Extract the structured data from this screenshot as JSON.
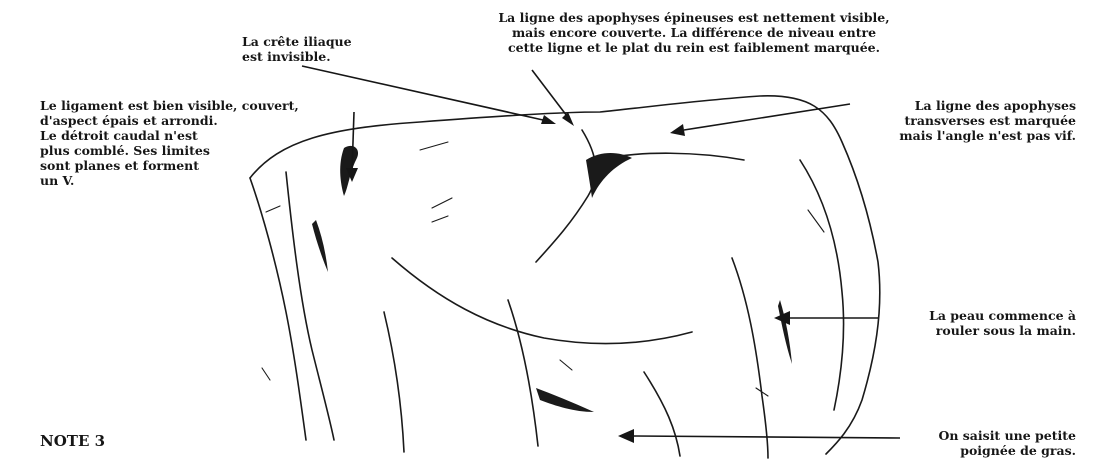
{
  "annotations": {
    "crest": {
      "text": "La crête iliaque\nest invisible."
    },
    "spinous": {
      "text": "La ligne des apophyses épineuses est nettement visible,\nmais encore couverte. La différence de niveau entre\ncette ligne et le plat du rein est faiblement marquée."
    },
    "ligament": {
      "text": "Le ligament est bien visible, couvert,\nd'aspect épais et arrondi.\nLe détroit caudal n'est\nplus comblé. Ses limites\nsont planes et forment\nun V."
    },
    "transverse": {
      "text": "La ligne des apophyses\ntransverses est marquée\nmais l'angle n'est pas vif."
    },
    "skin": {
      "text": "La peau commence à\nrouler sous la main."
    },
    "fat": {
      "text": "On saisit une petite\npoignée de gras."
    }
  },
  "note": {
    "label": "NOTE 3"
  },
  "colors": {
    "ink": "#161616",
    "paper": "#ffffff"
  }
}
